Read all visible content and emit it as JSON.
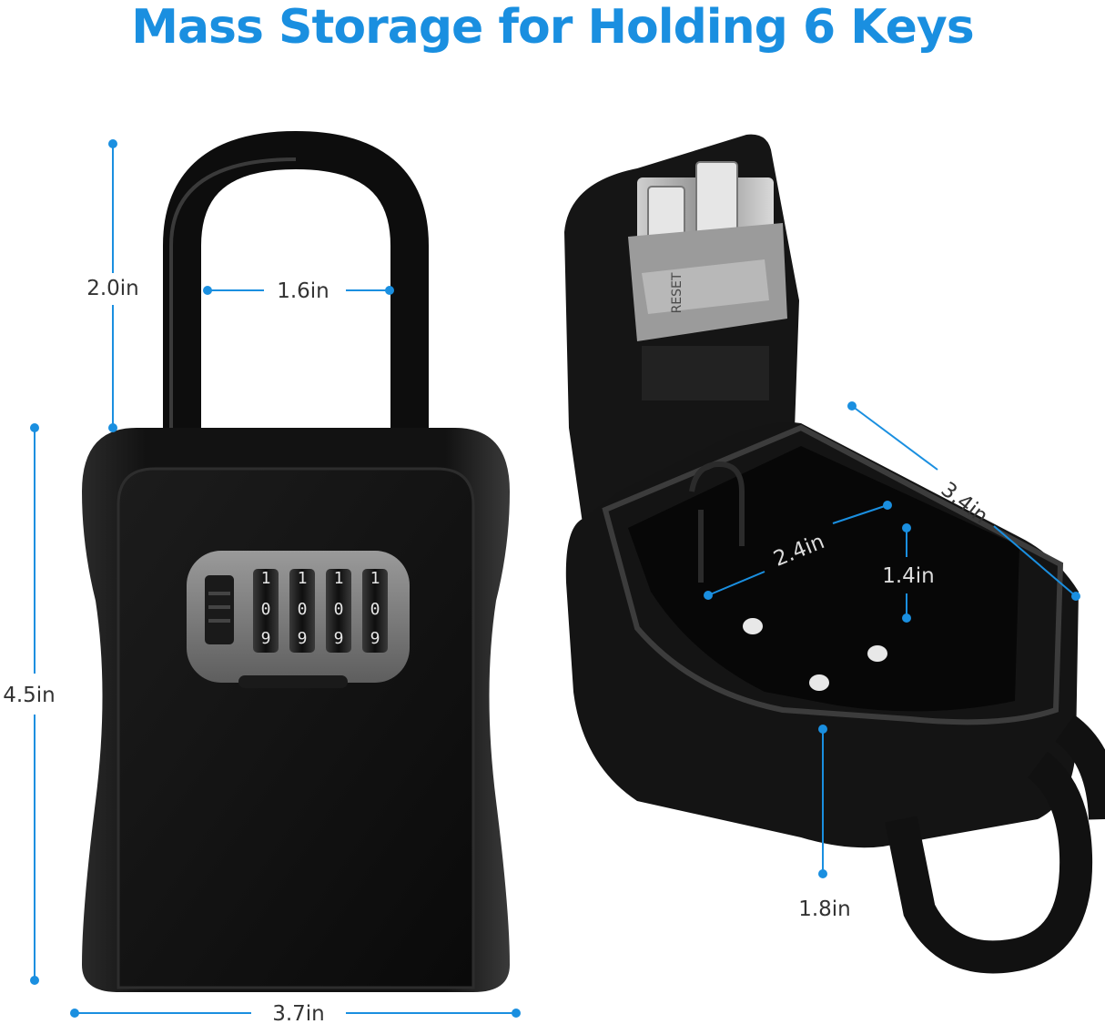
{
  "title": "Mass Storage for Holding 6 Keys",
  "accent_color": "#1a8fe0",
  "body_color": "#111111",
  "dimensions": {
    "shackle_height": "2.0in",
    "shackle_width": "1.6in",
    "body_height": "4.5in",
    "body_width": "3.7in",
    "inner_width": "2.4in",
    "inner_depth": "1.4in",
    "box_depth": "3.4in",
    "bottom_height": "1.8in"
  },
  "dials": [
    {
      "top": "1",
      "current": "0",
      "bottom": "9"
    },
    {
      "top": "1",
      "current": "0",
      "bottom": "9"
    },
    {
      "top": "1",
      "current": "0",
      "bottom": "9"
    },
    {
      "top": "1",
      "current": "0",
      "bottom": "9"
    }
  ],
  "reset_label": "RESET"
}
